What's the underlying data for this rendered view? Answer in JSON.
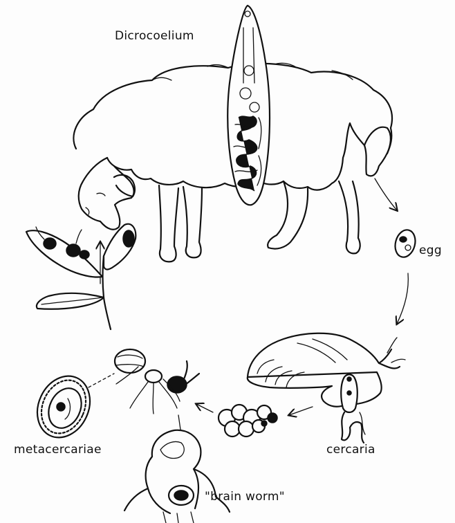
{
  "labels": {
    "title": "Dicrocoelium",
    "egg": "egg",
    "cercaria": "cercaria",
    "metacercariae": "metacercariae",
    "brain_worm": "\"brain worm\""
  },
  "colors": {
    "ink": "#111111",
    "paper": "#fdfdfd"
  },
  "icons": [
    "sheep-icon",
    "fluke-icon",
    "egg-icon",
    "snail-icon",
    "cercaria-icon",
    "slime-ball-icon",
    "ant-icon",
    "metacercaria-cyst-icon",
    "ant-head-icon",
    "plant-icon",
    "arrow-icon"
  ]
}
